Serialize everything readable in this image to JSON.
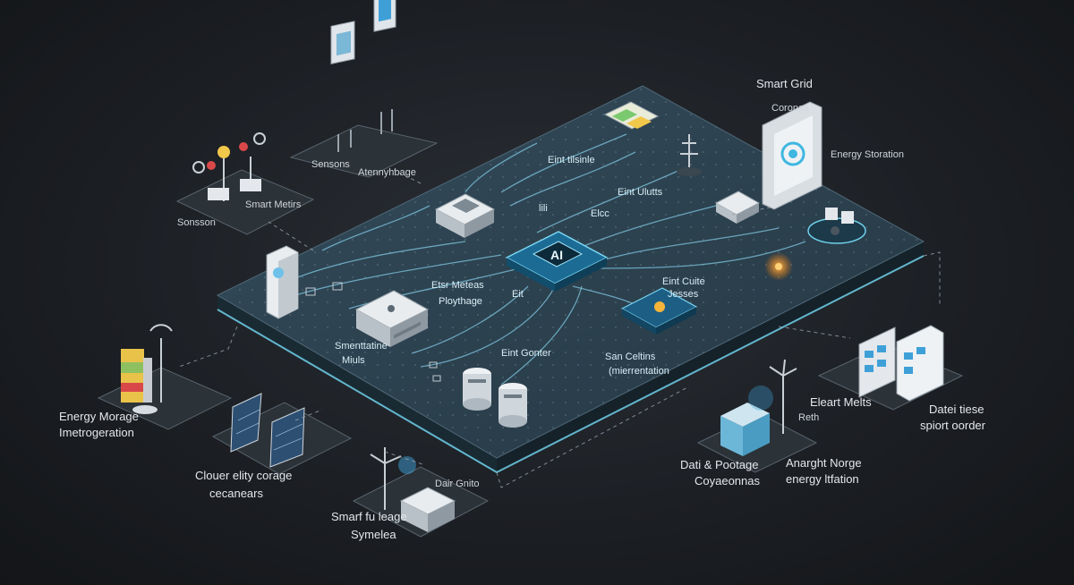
{
  "title": {
    "line1": "Smart Grid",
    "line2": "Coronas"
  },
  "labels": {
    "sensors_top": "Sensons",
    "actuators_top": "Atennyhbage",
    "smart_meters": "Smart Metirs",
    "sensors_left": "Sonsson",
    "energy_storage_right": "Energy Storation",
    "board_top": "Eint tilsinle",
    "board_mid": "Eint Ulutts",
    "board_left_a": "Etsr Meteas",
    "board_left_b": "Ploythage",
    "board_left_c": "Smenttatine",
    "board_left_d": "Miuls",
    "board_center_a": "Eint Gonter",
    "board_right_a": "Eint Cuite",
    "board_right_b": "Jesses",
    "board_right_c": "San Celtins",
    "board_right_d": "(mierrentation",
    "board_small_a": "lili",
    "board_small_b": "Eit",
    "board_small_c": "Elcc",
    "ai_chip": "AI",
    "energy_storage_left_a": "Energy Morage",
    "energy_storage_left_b": "Imetrogeration",
    "solar_a": "Clouer elity corage",
    "solar_b": "cecanears",
    "wind_a": "Dair Gnito",
    "storage_bottom_a": "Smarf fu leage",
    "storage_bottom_b": "Symelea",
    "data_storage_a": "Dati & Pootage",
    "data_storage_b": "Coyaeonnas",
    "renew_a": "Reth",
    "renew_b": "Anarght Norge",
    "renew_c": "energy ltfation",
    "meters_right": "Eleart Melts",
    "data_right_a": "Datei tiese",
    "data_right_b": "spiort oorder"
  },
  "colors": {
    "board_top": "#2f4452",
    "board_edge": "#6fd0ea",
    "chip": "#1f6f9a",
    "flow": "#7fc6e0",
    "accent_orange": "#f39a2b"
  },
  "icons": [
    "cpu-chip-icon",
    "smart-meter-icon",
    "sensor-node-icon",
    "billboard-display-icon",
    "battery-tower-icon",
    "solar-panel-icon",
    "wind-turbine-icon",
    "server-rack-icon",
    "transmission-tower-icon",
    "storage-cylinder-icon",
    "control-panel-icon",
    "sun-icon"
  ]
}
